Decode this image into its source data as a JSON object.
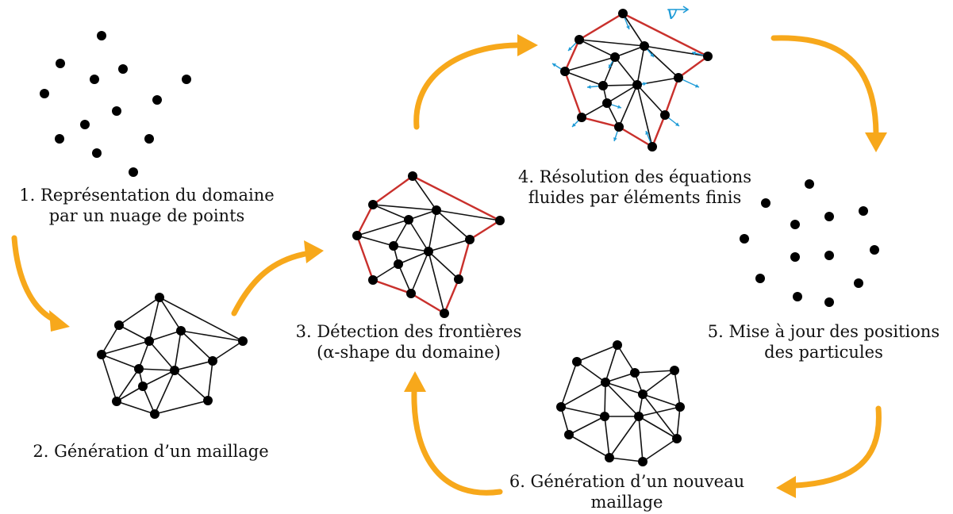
{
  "steps": [
    {
      "lines": [
        "1. Représentation du domaine",
        "par un nuage de points"
      ]
    },
    {
      "lines": [
        "2. Génération d’un maillage"
      ]
    },
    {
      "lines": [
        "3. Détection des frontières",
        "(α-shape du domaine)"
      ]
    },
    {
      "lines": [
        "4. Résolution des équations",
        "fluides par éléments finis"
      ]
    },
    {
      "lines": [
        "5. Mise à jour des positions",
        "des particules"
      ]
    },
    {
      "lines": [
        "6. Génération d’un nouveau",
        "maillage"
      ]
    }
  ],
  "velocity_symbol": "v",
  "colors": {
    "arrow": "#F7A81B",
    "boundary": "#C9302C",
    "velocity": "#1E9BD7",
    "node": "#000000",
    "edge": "#111111"
  }
}
